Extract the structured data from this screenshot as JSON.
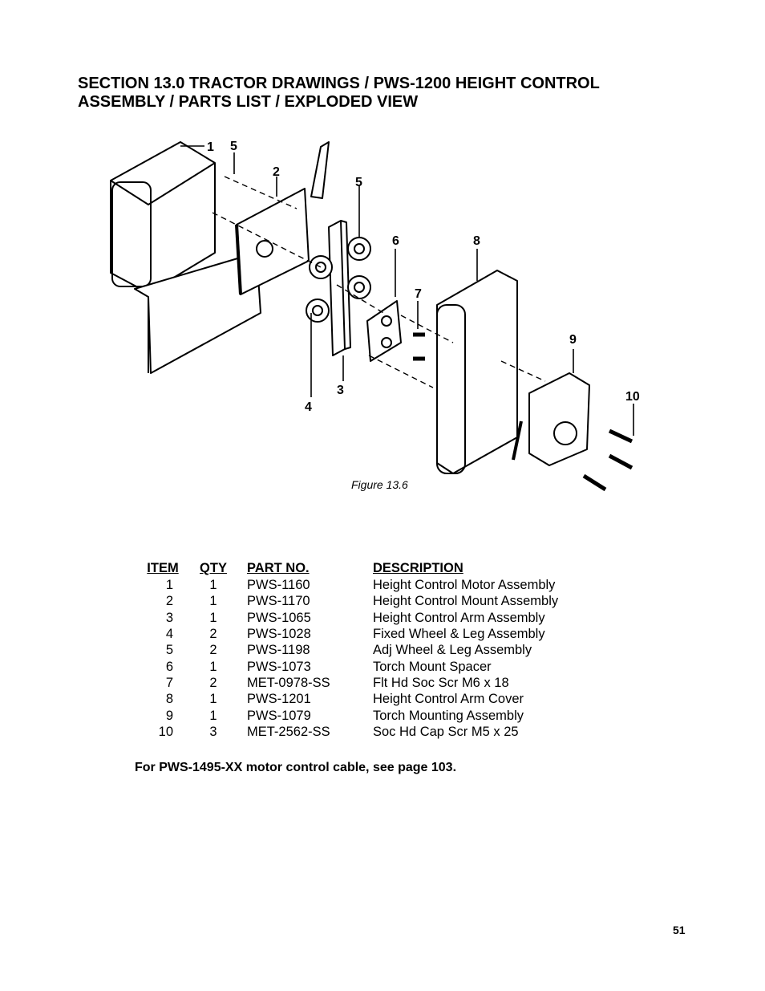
{
  "title": "SECTION 13.0 TRACTOR DRAWINGS / PWS-1200 HEIGHT CONTROL ASSEMBLY / PARTS LIST / EXPLODED VIEW",
  "figure": {
    "caption": "Figure 13.6",
    "callouts": [
      "1",
      "5",
      "2",
      "5",
      "6",
      "8",
      "7",
      "9",
      "10",
      "4",
      "3"
    ]
  },
  "table": {
    "headers": {
      "item": "ITEM",
      "qty": "QTY",
      "part": "PART NO.",
      "desc": "DESCRIPTION"
    },
    "rows": [
      {
        "item": "1",
        "qty": "1",
        "part": "PWS-1160",
        "desc": "Height Control Motor Assembly"
      },
      {
        "item": "2",
        "qty": "1",
        "part": "PWS-1170",
        "desc": "Height Control Mount Assembly"
      },
      {
        "item": "3",
        "qty": "1",
        "part": "PWS-1065",
        "desc": "Height Control Arm Assembly"
      },
      {
        "item": "4",
        "qty": "2",
        "part": "PWS-1028",
        "desc": "Fixed Wheel & Leg Assembly"
      },
      {
        "item": "5",
        "qty": "2",
        "part": "PWS-1198",
        "desc": "Adj Wheel & Leg Assembly"
      },
      {
        "item": "6",
        "qty": "1",
        "part": "PWS-1073",
        "desc": "Torch Mount Spacer"
      },
      {
        "item": "7",
        "qty": "2",
        "part": "MET-0978-SS",
        "desc": "Flt Hd Soc Scr M6 x 18"
      },
      {
        "item": "8",
        "qty": "1",
        "part": "PWS-1201",
        "desc": "Height Control Arm Cover"
      },
      {
        "item": "9",
        "qty": "1",
        "part": "PWS-1079",
        "desc": "Torch Mounting Assembly"
      },
      {
        "item": "10",
        "qty": "3",
        "part": "MET-2562-SS",
        "desc": "Soc Hd Cap Scr M5 x 25"
      }
    ]
  },
  "note": "For PWS-1495-XX motor control cable, see page 103.",
  "page_number": "51"
}
